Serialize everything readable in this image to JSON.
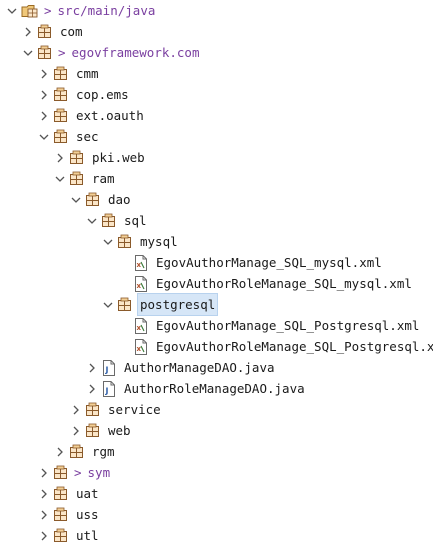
{
  "tree": [
    {
      "label": "src/main/java",
      "depth": 0,
      "expanded": true,
      "kind": "srcfolder",
      "dirty": true
    },
    {
      "label": "com",
      "depth": 1,
      "expanded": false,
      "kind": "package",
      "dirty": false
    },
    {
      "label": "egovframework.com",
      "depth": 1,
      "expanded": true,
      "kind": "package",
      "dirty": true
    },
    {
      "label": "cmm",
      "depth": 2,
      "expanded": false,
      "kind": "package",
      "dirty": false
    },
    {
      "label": "cop.ems",
      "depth": 2,
      "expanded": false,
      "kind": "package",
      "dirty": false
    },
    {
      "label": "ext.oauth",
      "depth": 2,
      "expanded": false,
      "kind": "package",
      "dirty": false
    },
    {
      "label": "sec",
      "depth": 2,
      "expanded": true,
      "kind": "package",
      "dirty": false
    },
    {
      "label": "pki.web",
      "depth": 3,
      "expanded": false,
      "kind": "package",
      "dirty": false
    },
    {
      "label": "ram",
      "depth": 3,
      "expanded": true,
      "kind": "package",
      "dirty": false
    },
    {
      "label": "dao",
      "depth": 4,
      "expanded": true,
      "kind": "package",
      "dirty": false
    },
    {
      "label": "sql",
      "depth": 5,
      "expanded": true,
      "kind": "package",
      "dirty": false
    },
    {
      "label": "mysql",
      "depth": 6,
      "expanded": true,
      "kind": "package",
      "dirty": false
    },
    {
      "label": "EgovAuthorManage_SQL_mysql.xml",
      "depth": 7,
      "expanded": null,
      "kind": "xml",
      "dirty": false
    },
    {
      "label": "EgovAuthorRoleManage_SQL_mysql.xml",
      "depth": 7,
      "expanded": null,
      "kind": "xml",
      "dirty": false
    },
    {
      "label": "postgresql",
      "depth": 6,
      "expanded": true,
      "kind": "package",
      "dirty": false,
      "selected": true
    },
    {
      "label": "EgovAuthorManage_SQL_Postgresql.xml",
      "depth": 7,
      "expanded": null,
      "kind": "xml",
      "dirty": false
    },
    {
      "label": "EgovAuthorRoleManage_SQL_Postgresql.xml",
      "depth": 7,
      "expanded": null,
      "kind": "xml",
      "dirty": false
    },
    {
      "label": "AuthorManageDAO.java",
      "depth": 5,
      "expanded": false,
      "kind": "java",
      "dirty": false
    },
    {
      "label": "AuthorRoleManageDAO.java",
      "depth": 5,
      "expanded": false,
      "kind": "java",
      "dirty": false
    },
    {
      "label": "service",
      "depth": 4,
      "expanded": false,
      "kind": "package",
      "dirty": false
    },
    {
      "label": "web",
      "depth": 4,
      "expanded": false,
      "kind": "package",
      "dirty": false
    },
    {
      "label": "rgm",
      "depth": 3,
      "expanded": false,
      "kind": "package",
      "dirty": false
    },
    {
      "label": "sym",
      "depth": 2,
      "expanded": false,
      "kind": "package",
      "dirty": true
    },
    {
      "label": "uat",
      "depth": 2,
      "expanded": false,
      "kind": "package",
      "dirty": false
    },
    {
      "label": "uss",
      "depth": 2,
      "expanded": false,
      "kind": "package",
      "dirty": false
    },
    {
      "label": "utl",
      "depth": 2,
      "expanded": false,
      "kind": "package",
      "dirty": false
    }
  ],
  "dirty_marker": ">",
  "colors": {
    "git_dirty": "#7a3fa0",
    "selection": "#d6e6f7",
    "package_icon": "#8a5a2b"
  }
}
